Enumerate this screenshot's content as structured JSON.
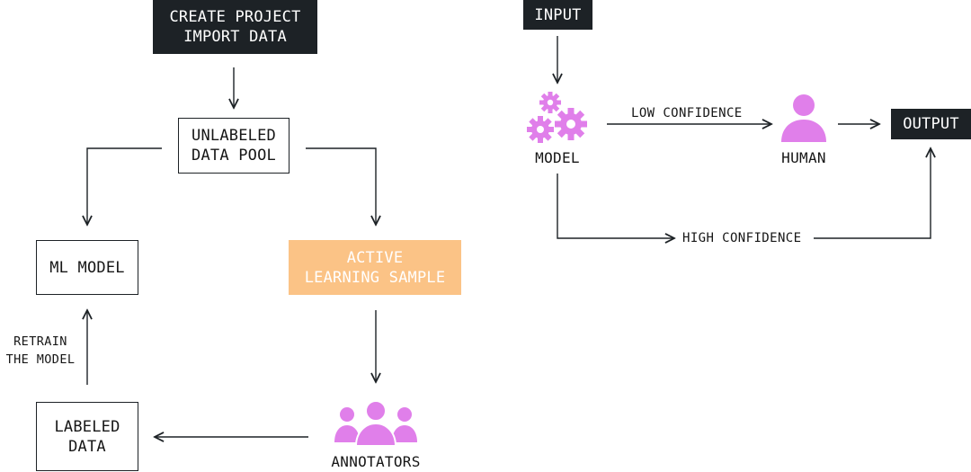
{
  "left_flow": {
    "create_project": {
      "line1": "CREATE PROJECT",
      "line2": "IMPORT DATA"
    },
    "unlabeled_pool": {
      "line1": "UNLABELED",
      "line2": "DATA POOL"
    },
    "ml_model": {
      "label": "ML MODEL"
    },
    "active_learning": {
      "line1": "ACTIVE",
      "line2": "LEARNING SAMPLE"
    },
    "labeled_data": {
      "line1": "LABELED",
      "line2": "DATA"
    },
    "annotators": {
      "label": "ANNOTATORS",
      "icon": "people-group-icon"
    },
    "retrain": {
      "line1": "RETRAIN",
      "line2": "THE MODEL"
    }
  },
  "right_flow": {
    "input": {
      "label": "INPUT"
    },
    "model": {
      "label": "MODEL",
      "icon": "gears-icon"
    },
    "human": {
      "label": "HUMAN",
      "icon": "person-icon"
    },
    "output": {
      "label": "OUTPUT"
    },
    "low_confidence": "LOW CONFIDENCE",
    "high_confidence": "HIGH CONFIDENCE"
  },
  "colors": {
    "dark_box": "#1d2226",
    "orange_box": "#fbc386",
    "icon_purple": "#e07fea",
    "line": "#1d2226"
  }
}
